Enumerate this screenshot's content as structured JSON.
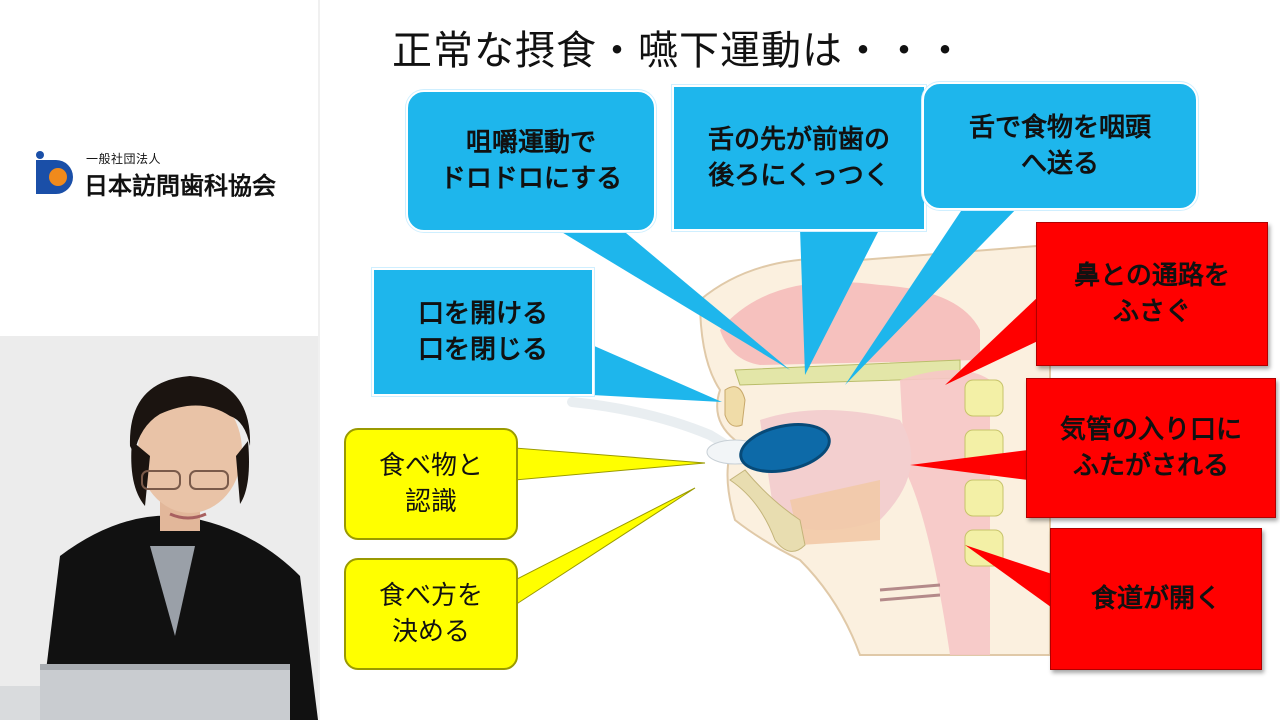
{
  "logo": {
    "subtitle": "一般社団法人",
    "name": "日本訪問歯科協会"
  },
  "title": "正常な摂食・嚥下運動は・・・",
  "callouts": {
    "chewing": "咀嚼運動で\nドロドロにする",
    "tongue_tip": "舌の先が前歯の\n後ろにくっつく",
    "tongue_send": "舌で食物を咽頭\nへ送る",
    "mouth": "口を開ける\n口を閉じる",
    "nose": "鼻との通路を\nふさぐ",
    "trachea": "気管の入り口に\nふたがされる",
    "esophagus": "食道が開く",
    "recognize": "食べ物と\n認識",
    "decide": "食べ方を\n決める"
  },
  "colors": {
    "blue": "#1eb6ec",
    "red": "#ff0000",
    "yellow": "#ffff00"
  }
}
